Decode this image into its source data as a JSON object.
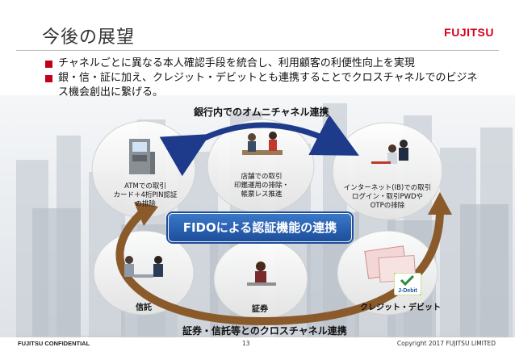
{
  "slide": {
    "title": "今後の展望",
    "logo": "FUJITSU",
    "bullets": [
      "チャネルごとに異なる本人確認手段を統合し、利用顧客の利便性向上を実現",
      "銀・信・証に加え、クレジット・デビットとも連携することでクロスチャネルでのビジネス機会創出に繋げる。"
    ],
    "top_arc_label": "銀行内でのオムニチャネル連携",
    "bottom_arc_label": "証券・信託等とのクロスチャネル連携",
    "center_label": "FIDOによる認証機能の連携",
    "circles": {
      "atm": "ATMでの取引\nカード＋4桁PIN認証\nの排除",
      "store": "店舗での取引\n印鑑運用の排除・\n帳票レス推進",
      "internet": "インターネット(IB)での取引\nログイン・取引PWDや\nOTPの排除",
      "trust": "信託",
      "securities": "証券",
      "credit": "クレジット・デビット"
    },
    "jdebit_logo": "J-Debit",
    "footer": {
      "confidential": "FUJITSU CONFIDENTIAL",
      "page": "13",
      "copyright": "Copyright 2017 FUJITSU LIMITED"
    },
    "colors": {
      "accent_red": "#c3001a",
      "arc_blue": "#1e3a8a",
      "arc_brown": "#8a5a2b",
      "fido_blue": "#2a62b4"
    }
  }
}
